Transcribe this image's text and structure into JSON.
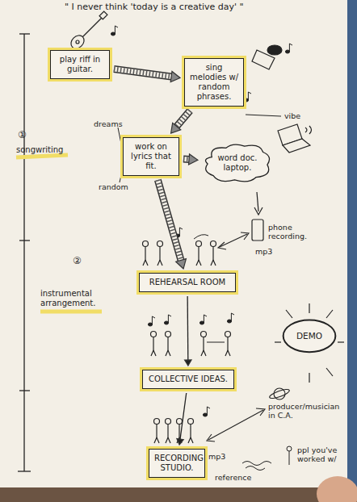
{
  "diagram": {
    "nodes": [
      {
        "text": [
          "play riff in guitar."
        ]
      },
      {
        "text": [
          "sing melodies w/ random phrases."
        ]
      },
      {
        "text": [
          "work on lyrics that fit."
        ]
      },
      {
        "text": [
          "word doc. laptop."
        ]
      },
      {
        "text": [
          "REHEARSAL ROOM"
        ]
      },
      {
        "text": [
          "COLLECTIVE IDEAS."
        ]
      },
      {
        "text": [
          "DEMO"
        ]
      },
      {
        "text": [
          "RECORDING STUDIO."
        ]
      }
    ],
    "edges": [
      {
        "from": 0,
        "to": 1,
        "arrow": "to"
      },
      {
        "from": 1,
        "to": 2,
        "arrow": "to"
      },
      {
        "from": 2,
        "to": 3,
        "arrow": "to"
      },
      {
        "from": 2,
        "to": 4,
        "arrow": "to"
      },
      {
        "from": 4,
        "to": 5,
        "arrow": "to"
      },
      {
        "from": 5,
        "to": 7,
        "arrow": "to"
      }
    ],
    "labels": [
      "\" I never think 'today is a creative day' \"",
      "vibe",
      "dreams",
      "random",
      "phone recording.",
      "mp3",
      "①",
      "songwriting",
      "②",
      "instrumental arrangement.",
      "mp3",
      "producer/musician in C.A.",
      "reference",
      "ppl you've worked w/"
    ]
  }
}
